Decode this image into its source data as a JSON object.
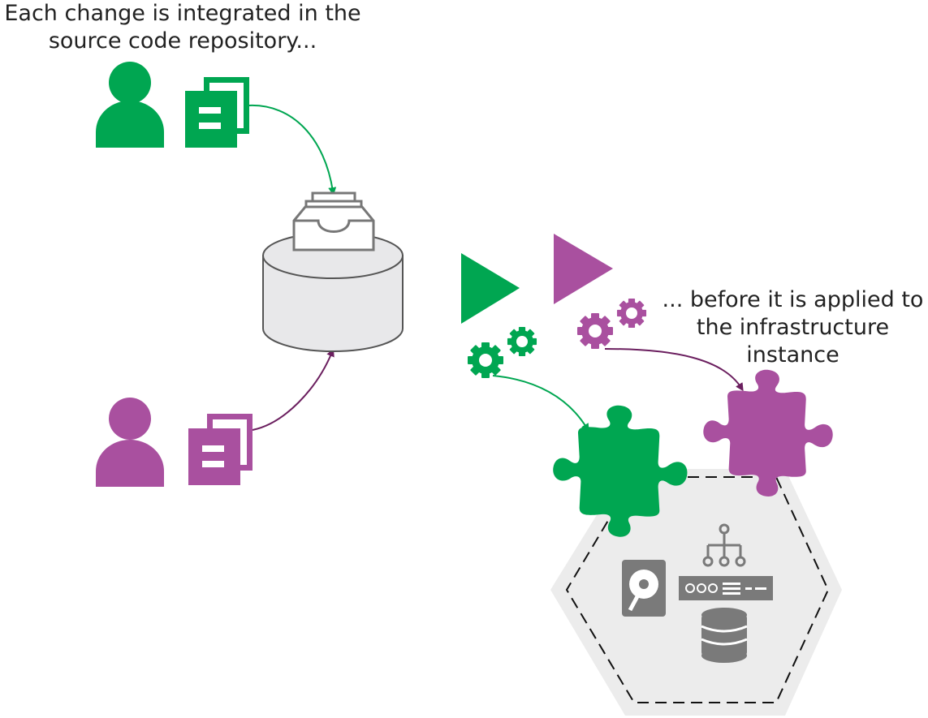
{
  "colors": {
    "green": "#00a651",
    "purple": "#a9509f",
    "dark_purple": "#6b1f5f",
    "gray_icon": "#7a7a7a",
    "hex_fill": "#ececec",
    "cylinder_fill": "#e8e8ea"
  },
  "captions": {
    "top_line1": "Each change is integrated in the",
    "top_line2": "source code repository...",
    "right_line1": "... before it is applied to",
    "right_line2": "the infrastructure",
    "right_line3": "instance"
  },
  "icons": {
    "green_user": "user-icon",
    "green_documents": "documents-icon",
    "purple_user": "user-icon",
    "purple_documents": "documents-icon",
    "repository": "inbox-tray-database-icon",
    "green_play": "play-icon",
    "purple_play": "play-icon",
    "green_gears": "gears-icon",
    "purple_gears": "gears-icon",
    "green_puzzle": "puzzle-piece-icon",
    "purple_puzzle": "puzzle-piece-icon",
    "hard_drive": "hard-drive-icon",
    "network": "network-tree-icon",
    "server": "server-rack-icon",
    "database": "database-icon"
  }
}
